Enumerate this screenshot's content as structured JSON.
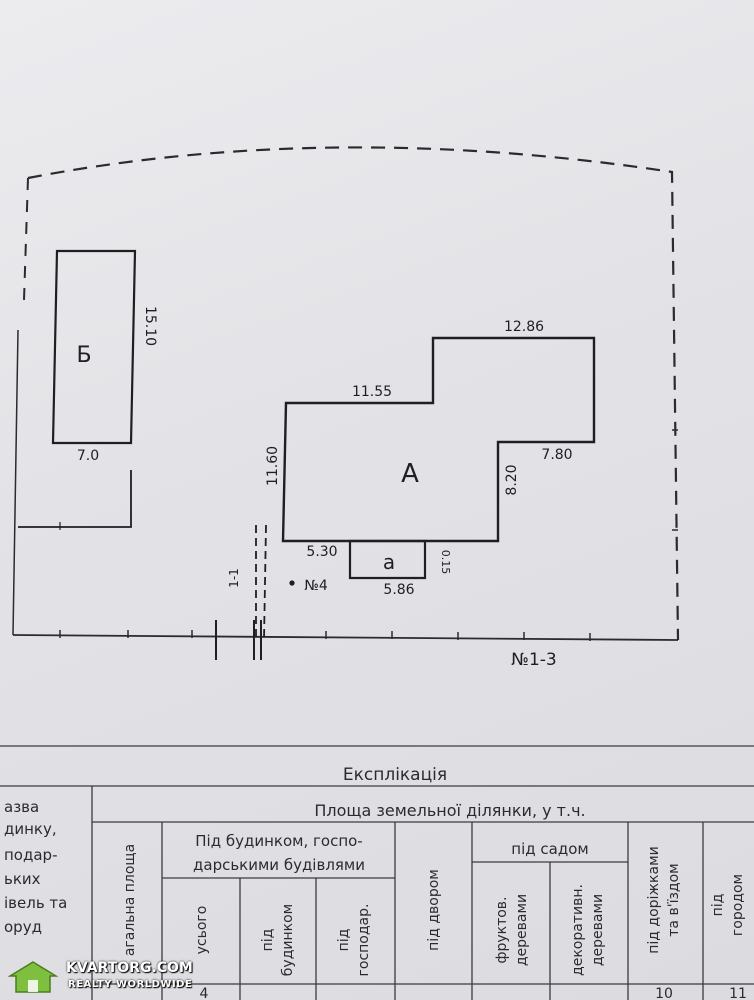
{
  "site_plan": {
    "building_b": {
      "label": "Б",
      "height_dim": "15.10",
      "width_dim": "7.0"
    },
    "building_a": {
      "label": "А",
      "dim_top_left": "11.55",
      "dim_top_right": "12.86",
      "dim_left": "11.60",
      "dim_right_step": "7.80",
      "dim_right": "8.20",
      "dim_bottom_left": "5.30"
    },
    "annex_a": {
      "label": "а",
      "width_dim": "5.86",
      "side_dim": "0.15"
    },
    "section_mark": "1-1",
    "point_label": "№4",
    "parcel_label": "№1-3"
  },
  "explication": {
    "title": "Експлікація",
    "col_name": [
      "азва",
      "динку,",
      "подар-",
      "ьких",
      "івель та",
      "оруд"
    ],
    "col_total": "агальна площа",
    "group_area": "Площа земельної ділянки, у т.ч.",
    "group_under_buildings": [
      "Під будинком, госпо-",
      "дарськими будівлями"
    ],
    "col_total_built": "усього",
    "col_under_house": [
      "під",
      "будинком"
    ],
    "col_under_outbuildings": [
      "під",
      "господар."
    ],
    "col_yard": "під двором",
    "group_garden": "під садом",
    "col_fruit": [
      "фруктов.",
      "деревами"
    ],
    "col_decorative": [
      "декоративн.",
      "деревами"
    ],
    "col_paths": [
      "під доріжками",
      "та в'їздом"
    ],
    "col_vegetable": [
      "під",
      "городом"
    ],
    "column_numbers": [
      "4",
      "10",
      "11"
    ]
  },
  "watermark": {
    "site": "KVARTORG.COM",
    "tagline": "REALTY WORLDWIDE"
  }
}
